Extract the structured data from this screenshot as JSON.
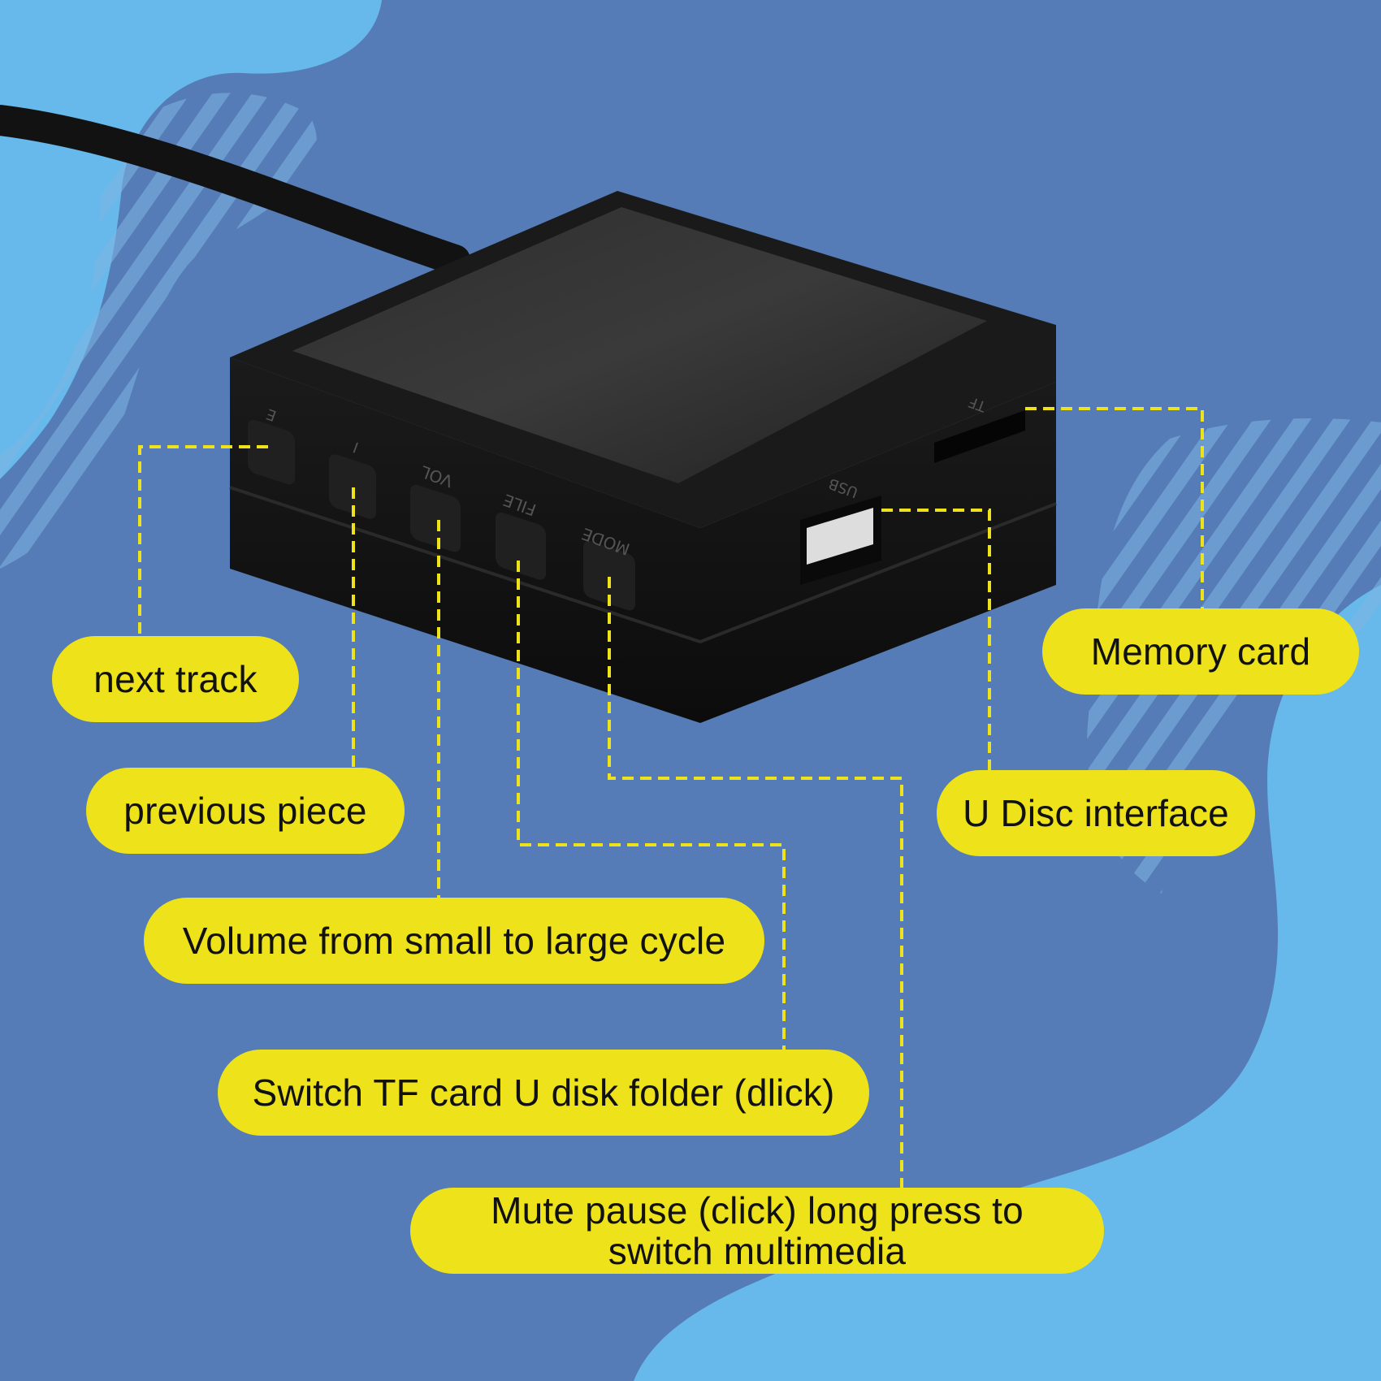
{
  "device": {
    "button_markings": [
      "E",
      "I",
      "VOL",
      "FILE",
      "MODE"
    ],
    "port_markings": {
      "usb": "USB",
      "tf": "TF"
    }
  },
  "callouts": {
    "next_track": "next track",
    "previous_piece": "previous piece",
    "volume_cycle": "Volume from small to large cycle",
    "switch_folder": "Switch TF card U disk folder (dlick)",
    "mute_pause_line1": "Mute pause (click) long press to",
    "mute_pause_line2": "switch multimedia",
    "memory_card": "Memory card",
    "u_disc_interface": "U Disc interface"
  },
  "colors": {
    "background": "#557cb6",
    "light_blob": "#66b9ea",
    "label_fill": "#eee21a",
    "leader_line": "#eee21a",
    "device_body": "#141414"
  }
}
